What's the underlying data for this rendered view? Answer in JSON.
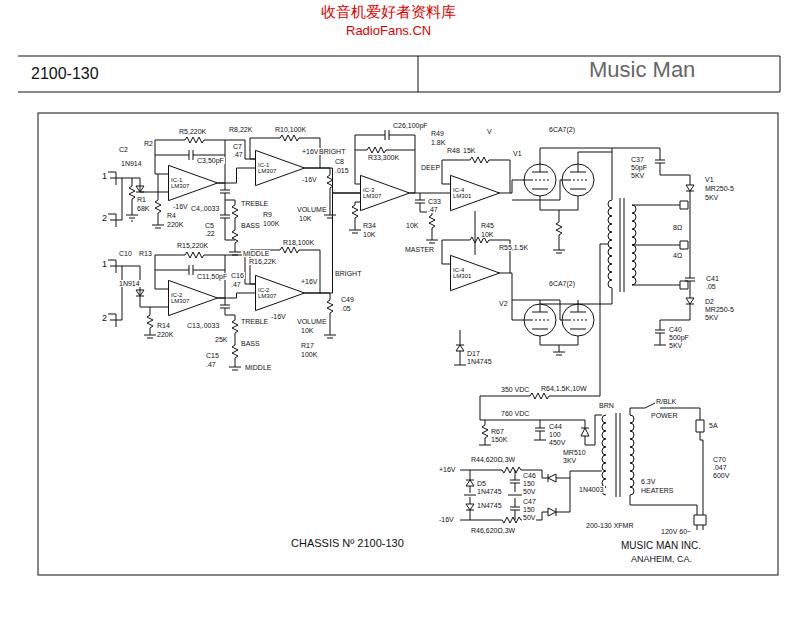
{
  "diagram": {
    "nodes": [
      {
        "text": [
          "IC-1 LM307"
        ]
      },
      {
        "text": [
          "IC-1 LM307"
        ]
      },
      {
        "text": [
          "IC-3 LM307"
        ]
      },
      {
        "text": [
          "IC-2 LM307"
        ]
      },
      {
        "text": [
          "IC-2 LM307"
        ]
      },
      {
        "text": [
          "IC-4 LM301"
        ]
      },
      {
        "text": [
          "IC-4 LM301"
        ]
      }
    ],
    "edges": [
      {
        "from": 0,
        "to": 1,
        "arrow": "none"
      },
      {
        "from": 1,
        "to": 2,
        "arrow": "none"
      },
      {
        "from": 3,
        "to": 4,
        "arrow": "none"
      },
      {
        "from": 4,
        "to": 2,
        "arrow": "none"
      },
      {
        "from": 2,
        "to": 5,
        "arrow": "none"
      },
      {
        "from": 5,
        "to": 6,
        "arrow": "none"
      }
    ],
    "labels": [
      "收音机爱好者资料库",
      "RadioFans.CN",
      "2100-130",
      "Music Man",
      "1",
      "2",
      "C2",
      "R2",
      "1N914",
      "R1",
      "68K",
      "R5,220K",
      "C3,50pF",
      "R4",
      "220K",
      "-16V",
      "R8,22K",
      "R10,100K",
      "C7",
      ".47",
      "C4,.0033",
      "C5",
      ".22",
      "TREBLE",
      "BASS",
      "MIDDLE",
      "R9",
      "100K",
      "+16V",
      "-16V",
      "BRIGHT",
      "C8",
      ".015",
      "VOLUME",
      "10K",
      "C26,100pF",
      "R33,300K",
      "R34",
      "10K",
      "R49",
      "1.8K",
      "V",
      "R48",
      "15K",
      "DEEP",
      "C33",
      ".47",
      "10K",
      "MASTER",
      "R45",
      "10K",
      "R55,1.5K",
      "6CA7(2)",
      "V1",
      "6CA7(2)",
      "V2",
      "C37",
      "50pF",
      "5KV",
      "V1",
      "MR250-5",
      "5KV",
      "8Ω",
      "4Ω",
      "C41",
      ".05",
      "D2",
      "MR250-5",
      "5KV",
      "C40",
      "500pF",
      "5KV",
      "D17",
      "1N4745",
      "350 VDC",
      "R64,1.5K,10W",
      "760 VDC",
      "R67",
      "150K",
      "C44",
      "100",
      "450V",
      "MR510",
      "3KV",
      "1N4003",
      "BRN",
      "R/BLK",
      "POWER",
      "5A",
      "C70",
      ".047",
      "600V",
      "6.3V",
      "HEATERS",
      "120V 60~",
      "200-130 XFMR",
      "+16V",
      "R44,620Ω,3W",
      "D5",
      "1N4745",
      "C46",
      "150",
      "50V",
      "C47",
      "150",
      "50V",
      "1N4745",
      "-16V",
      "R46,620Ω,3W",
      "CHASSIS Nº 2100-130",
      "MUSIC MAN INC.",
      "ANAHEIM, CA.",
      "1",
      "2",
      "C10",
      "R13",
      "1N914",
      "R15,220K",
      "C11,50pF",
      "R14",
      "220K",
      "C13,.0033",
      "R16,22K",
      "R18,100K",
      "C16",
      ".47",
      "TREBLE",
      "BASS",
      "MIDDLE",
      "25K",
      "C15",
      ".47",
      "R17",
      "100K",
      "VOLUME",
      "10K",
      "BRIGHT",
      "C49",
      ".05",
      "-16V",
      "+16V"
    ]
  }
}
